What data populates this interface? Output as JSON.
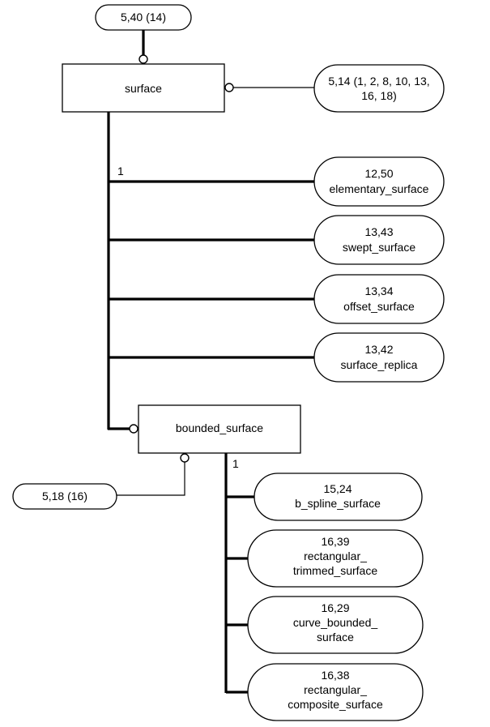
{
  "diagram": {
    "entities": {
      "surface": "surface",
      "bounded_surface": "bounded_surface"
    },
    "page_refs": {
      "top": [
        "5,40 (14)"
      ],
      "surface_ref": [
        "5,14 (1, 2, 8, 10, 13,",
        "16, 18)"
      ],
      "bounded_ref": [
        "5,18 (16)"
      ]
    },
    "subtype_markers": {
      "surface_one": "1",
      "bounded_one": "1"
    },
    "surface_subtypes": [
      {
        "ref": "12,50",
        "name": [
          "elementary_surface"
        ]
      },
      {
        "ref": "13,43",
        "name": [
          "swept_surface"
        ]
      },
      {
        "ref": "13,34",
        "name": [
          "offset_surface"
        ]
      },
      {
        "ref": "13,42",
        "name": [
          "surface_replica"
        ]
      }
    ],
    "bounded_subtypes": [
      {
        "ref": "15,24",
        "name": [
          "b_spline_surface"
        ]
      },
      {
        "ref": "16,39",
        "name": [
          "rectangular_",
          "trimmed_surface"
        ]
      },
      {
        "ref": "16,29",
        "name": [
          "curve_bounded_",
          "surface"
        ]
      },
      {
        "ref": "16,38",
        "name": [
          "rectangular_",
          "composite_surface"
        ]
      }
    ]
  }
}
